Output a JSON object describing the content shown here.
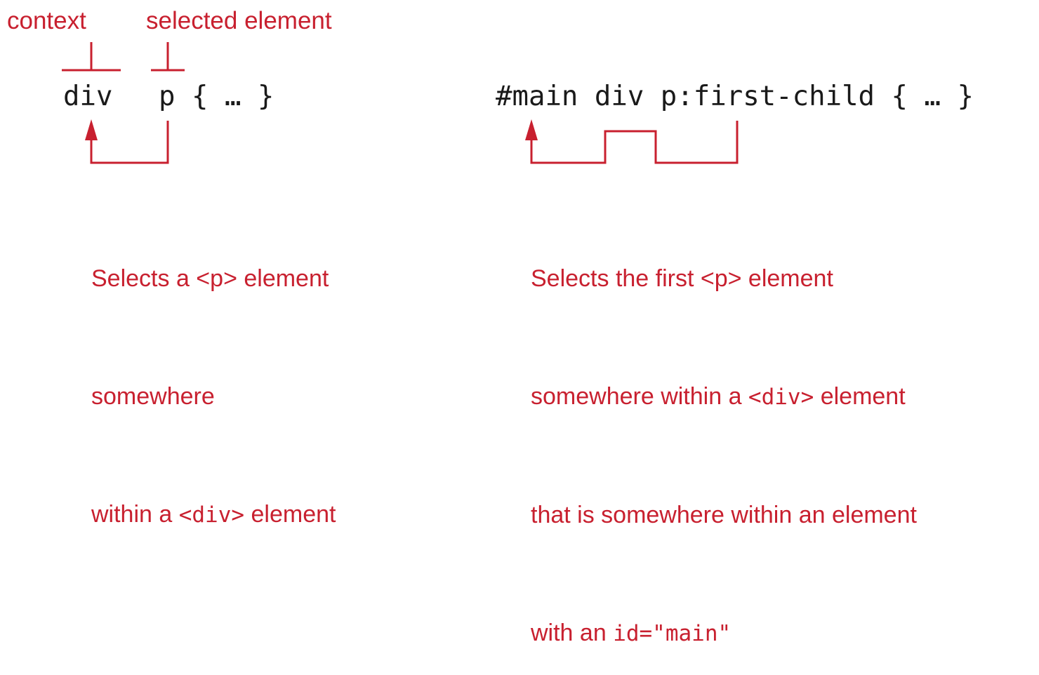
{
  "colors": {
    "accent": "#c8202f",
    "code": "#1a1a1a"
  },
  "left": {
    "context_label": "context",
    "selected_label": "selected element",
    "code_context": "div",
    "code_selected": "p",
    "code_rest": "{ … }",
    "description": [
      [
        "Selects a <p> element"
      ],
      [
        "somewhere"
      ],
      [
        "within a ",
        "<div>",
        " element"
      ]
    ]
  },
  "right": {
    "code": "#main div p:first-child { … }",
    "description": [
      [
        "Selects the first <p> element"
      ],
      [
        "somewhere within a ",
        "<div>",
        " element"
      ],
      [
        "that is somewhere within an element"
      ],
      [
        "with an ",
        "id=\"main\""
      ]
    ]
  }
}
